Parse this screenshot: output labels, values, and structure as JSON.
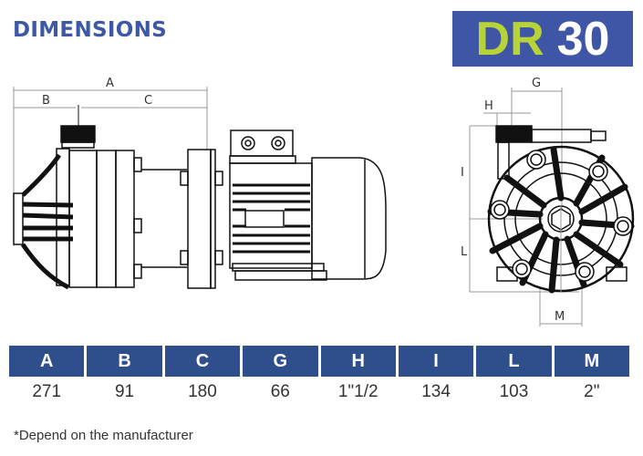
{
  "header": {
    "title": "DIMENSIONS",
    "model_badge": {
      "prefix": "DR",
      "number": "30",
      "bg_color": "#3f56a6",
      "prefix_color": "#b7d335",
      "number_color": "#ffffff"
    }
  },
  "drawing": {
    "side_view_labels": {
      "a": "A",
      "b": "B",
      "c": "C"
    },
    "front_view_labels": {
      "g": "G",
      "h": "H",
      "i": "I",
      "l": "L",
      "m": "M"
    }
  },
  "table": {
    "header_color": "#2f4e8c",
    "columns": [
      "A",
      "B",
      "C",
      "G",
      "H",
      "I",
      "L",
      "M"
    ],
    "values": [
      "271",
      "91",
      "180",
      "66",
      "1\"1/2",
      "134",
      "103",
      "2\""
    ]
  },
  "footnote": "*Depend on the manufacturer"
}
